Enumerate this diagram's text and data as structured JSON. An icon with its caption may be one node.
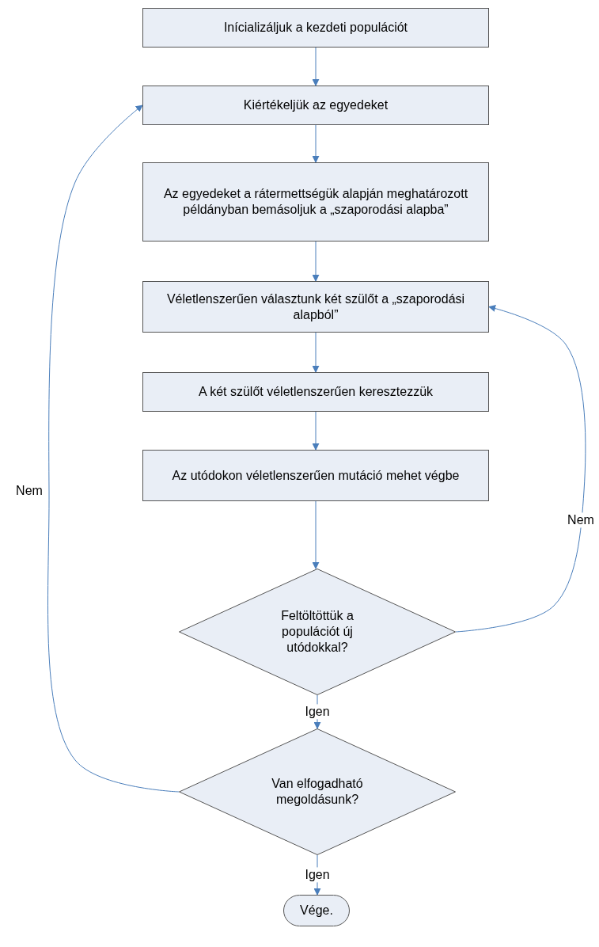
{
  "diagram": {
    "nodes": [
      {
        "text": [
          "Inícializáljuk a kezdeti populációt"
        ]
      },
      {
        "text": [
          "Kiértékeljük az egyedeket"
        ]
      },
      {
        "text": [
          "Az egyedeket a rátermettségük alapján meghatározott példányban bemásoljuk a „szaporodási alapba”"
        ]
      },
      {
        "text": [
          "Véletlenszerűen választunk két szülőt a „szaporodási alapból”"
        ]
      },
      {
        "text": [
          "A két szülőt véletlenszerűen keresztezzük"
        ]
      },
      {
        "text": [
          "Az utódokon véletlenszerűen mutáció mehet végbe"
        ]
      },
      {
        "text": [
          "Feltöltöttük a populációt új utódokkal?"
        ]
      },
      {
        "text": [
          "Van elfogadható megoldásunk?"
        ]
      },
      {
        "text": [
          "Vége."
        ]
      }
    ],
    "edges": [
      {
        "from": 0,
        "to": 1,
        "arrow": "to"
      },
      {
        "from": 1,
        "to": 2,
        "arrow": "to"
      },
      {
        "from": 2,
        "to": 3,
        "arrow": "to"
      },
      {
        "from": 3,
        "to": 4,
        "arrow": "to"
      },
      {
        "from": 4,
        "to": 5,
        "arrow": "to"
      },
      {
        "from": 5,
        "to": 6,
        "arrow": "to"
      },
      {
        "from": 6,
        "to": 7,
        "label": "Igen",
        "arrow": "to"
      },
      {
        "from": 7,
        "to": 8,
        "label": "Igen",
        "arrow": "to"
      },
      {
        "from": 6,
        "to": 3,
        "label": "Nem",
        "arrow": "to"
      },
      {
        "from": 7,
        "to": 1,
        "label": "Nem",
        "arrow": "to"
      }
    ]
  }
}
